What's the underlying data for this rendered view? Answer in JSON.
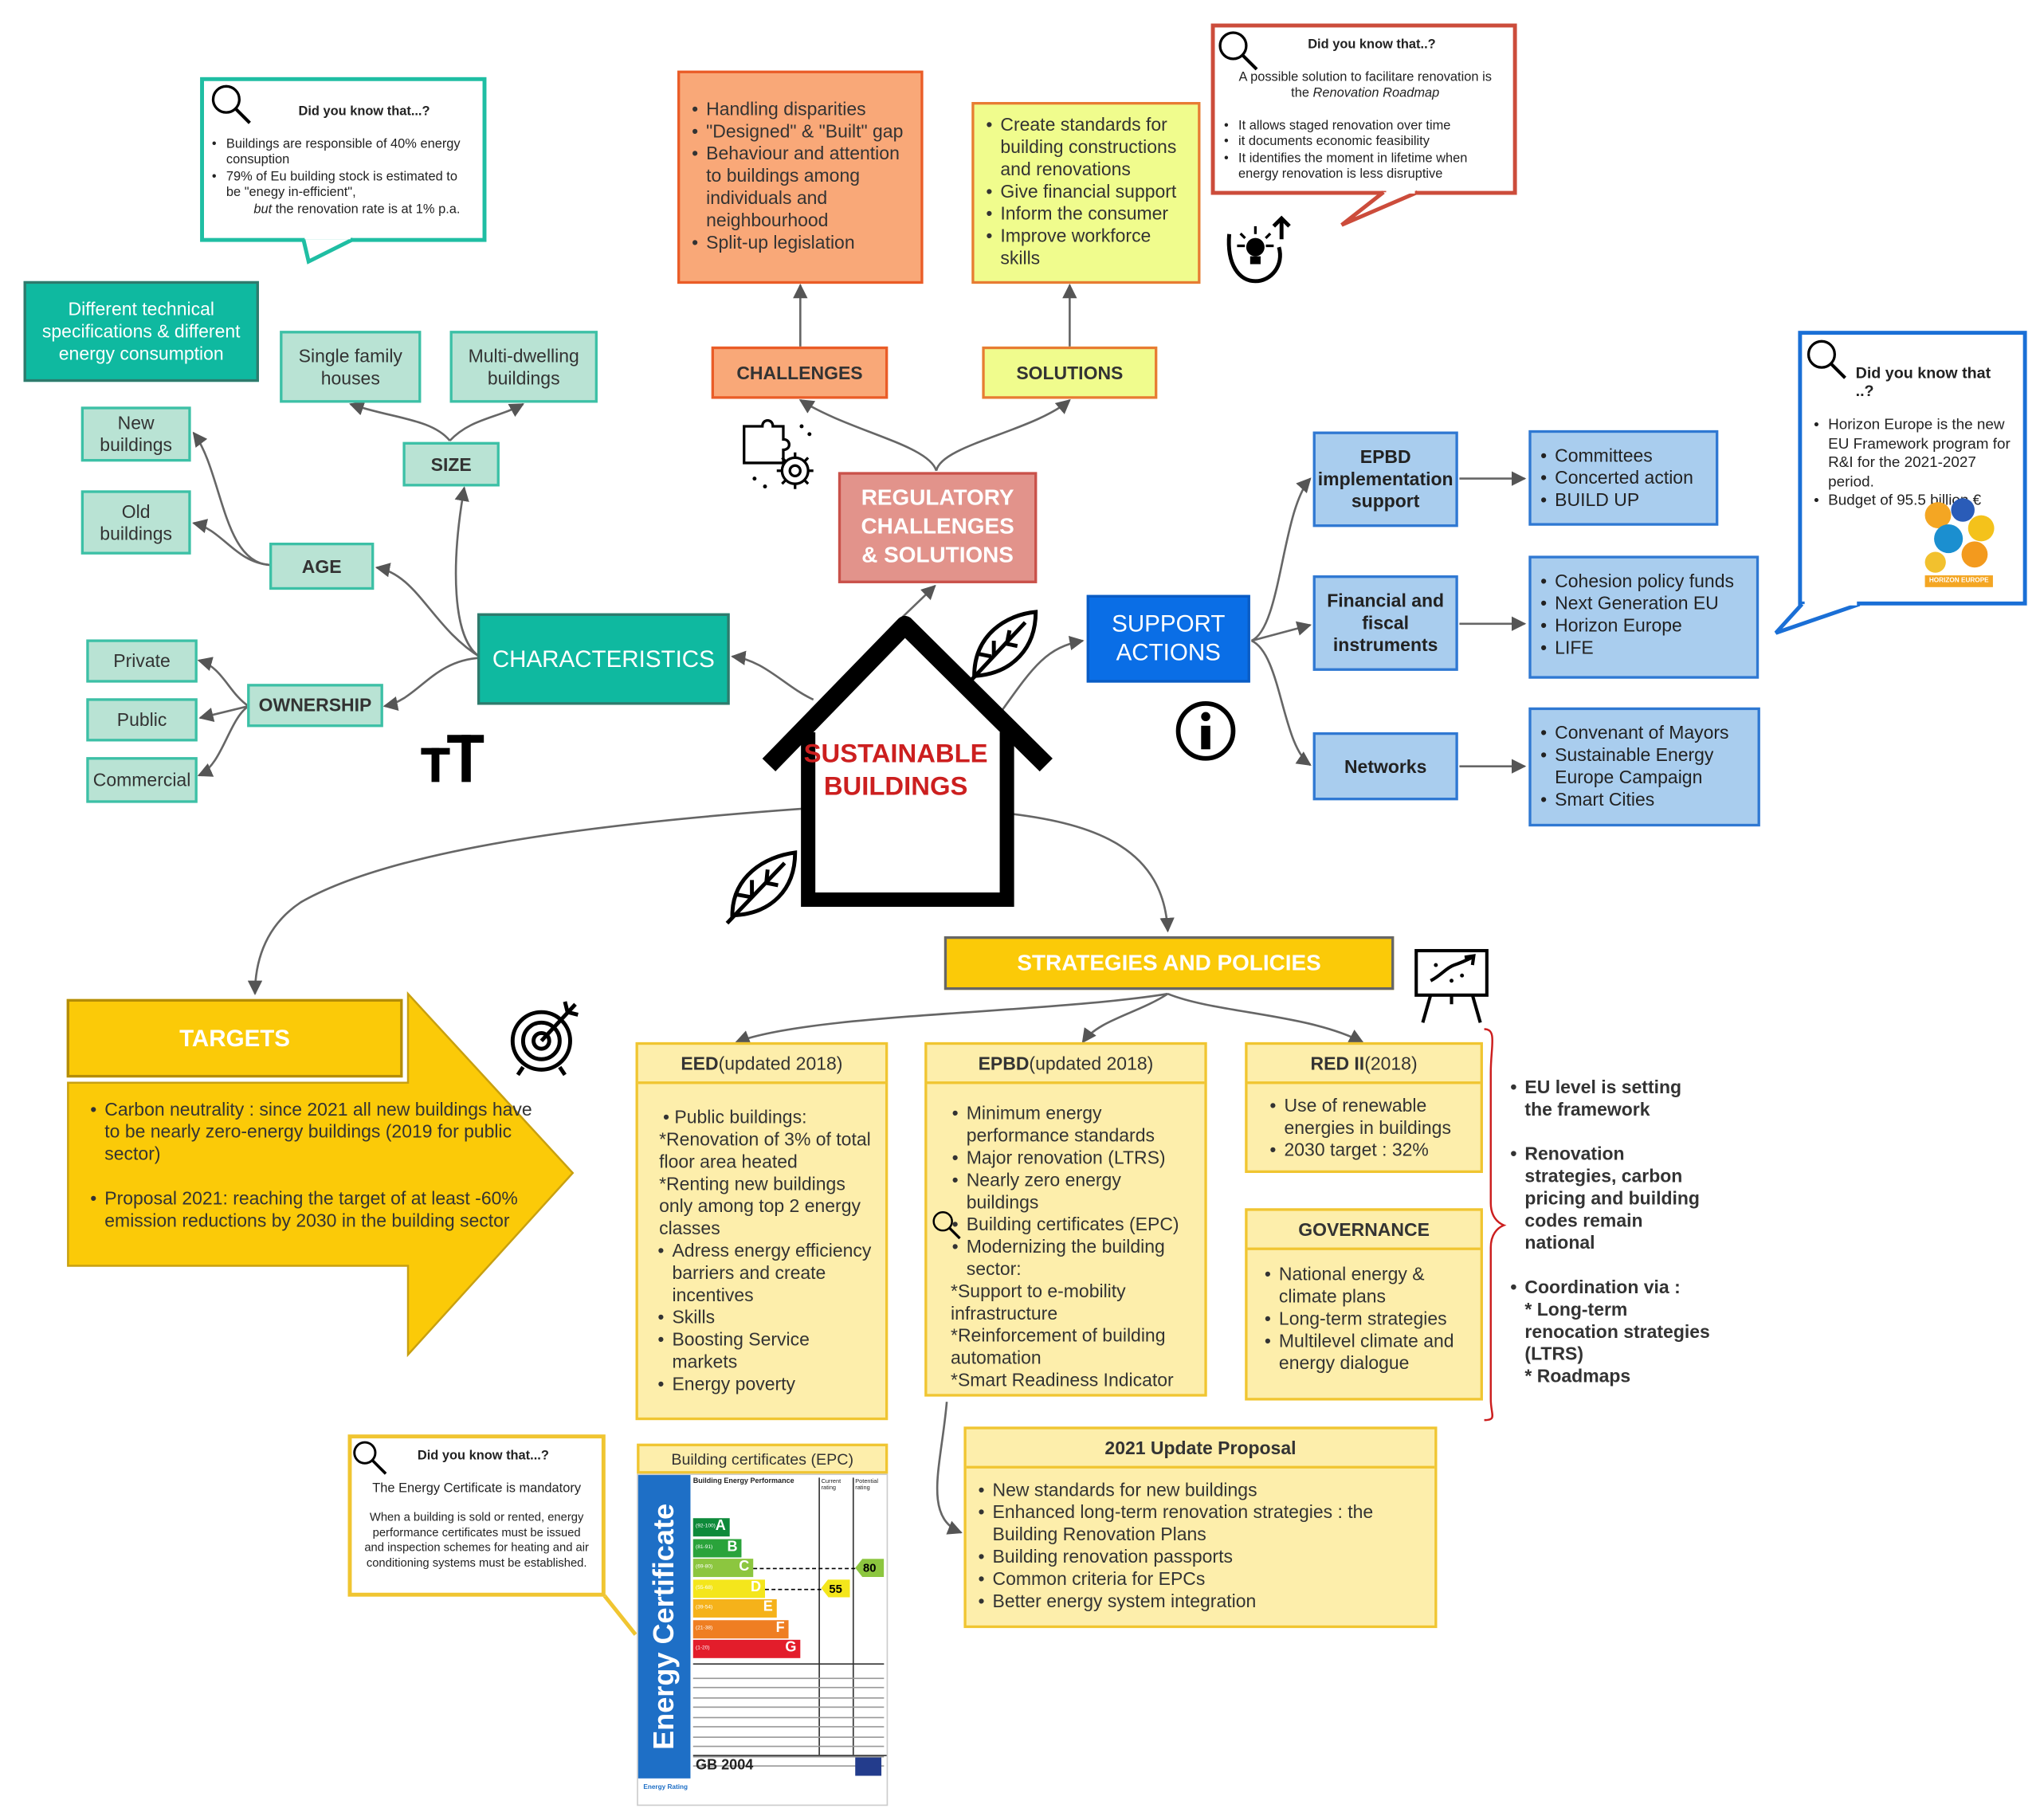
{
  "center": {
    "line1": "SUSTAINABLE",
    "line2": "BUILDINGS"
  },
  "characteristics": {
    "label": "CHARACTERISTICS",
    "note": "Different technical specifications & different energy consumption",
    "size": {
      "label": "SIZE",
      "items": [
        "Single family houses",
        "Multi-dwelling buildings"
      ]
    },
    "age": {
      "label": "AGE",
      "items": [
        "New buildings",
        "Old buildings"
      ]
    },
    "ownership": {
      "label": "OWNERSHIP",
      "items": [
        "Private",
        "Public",
        "Commercial"
      ]
    }
  },
  "dyk1": {
    "title": "Did you know that...?",
    "items": [
      "Buildings are responsible of 40% energy consuption",
      "79% of Eu building stock is estimated to be \"enegy in-efficient\","
    ],
    "tail_em": "but",
    "tail": " the renovation rate is at 1% p.a."
  },
  "regulatory": {
    "label_l1": "REGULATORY",
    "label_l2": "CHALLENGES",
    "label_l3": "& SOLUTIONS",
    "challenges": {
      "label": "CHALLENGES",
      "items": [
        "Handling disparities",
        "\"Designed\" & \"Built\" gap",
        "Behaviour and attention to buildings among individuals and neighbourhood",
        "Split-up legislation"
      ]
    },
    "solutions": {
      "label": "SOLUTIONS",
      "items": [
        "Create standards for building constructions and renovations",
        "Give financial support",
        "Inform the consumer",
        "Improve workforce skills"
      ]
    }
  },
  "dyk2": {
    "title": "Did you know that..?",
    "intro": "A possible solution to facilitare renovation is the ",
    "intro_em": "Renovation Roadmap",
    "items": [
      "It allows staged renovation over time",
      "it documents economic feasibility",
      "It identifies the moment in lifetime when energy renovation is less disruptive"
    ]
  },
  "support": {
    "label_l1": "SUPPORT",
    "label_l2": "ACTIONS",
    "epbd": {
      "label_l1": "EPBD",
      "label_l2": "implementation",
      "label_l3": "support",
      "items": [
        "Committees",
        "Concerted action",
        "BUILD UP"
      ]
    },
    "financial": {
      "label_l1": "Financial and",
      "label_l2": "fiscal",
      "label_l3": "instruments",
      "items": [
        "Cohesion policy funds",
        "Next Generation EU",
        "Horizon Europe",
        "LIFE"
      ]
    },
    "networks": {
      "label": "Networks",
      "items": [
        "Convenant of Mayors",
        "Sustainable Energy Europe Campaign",
        "Smart Cities"
      ]
    }
  },
  "dyk3": {
    "title": "Did you know that ..?",
    "items": [
      "Horizon Europe is the new EU Framework program for R&I for the 2021-2027 period.",
      "Budget of 95.5 billion €"
    ],
    "logo_text": "HORIZON EUROPE"
  },
  "targets": {
    "label": "TARGETS",
    "items": [
      "Carbon neutrality : since 2021 all new buildings have to be nearly zero-energy buildings (2019 for public sector)",
      "Proposal 2021: reaching the target of at least -60% emission reductions by 2030 in the building sector"
    ]
  },
  "strategies": {
    "label": "STRATEGIES AND POLICIES",
    "eed": {
      "name": "EED",
      "sub": " (updated 2018)",
      "lines": [
        "• Public buildings:",
        "*Renovation of 3% of total floor area heated",
        "*Renting new buildings only among top 2 energy classes"
      ],
      "items": [
        "Adress energy efficiency barriers and create incentives",
        "Skills",
        "Boosting Service markets",
        "Energy poverty"
      ]
    },
    "epbd": {
      "name": "EPBD",
      "sub": " (updated 2018)",
      "items": [
        "Minimum energy performance standards",
        "Major renovation (LTRS)",
        "Nearly zero energy buildings",
        "Building certificates (EPC)",
        "Modernizing the building sector:"
      ],
      "lines": [
        "*Support to e-mobility infrastructure",
        "*Reinforcement of building automation",
        "*Smart Readiness Indicator"
      ]
    },
    "red": {
      "name": "RED II",
      "sub": " (2018)",
      "items": [
        "Use of renewable energies in buildings",
        "2030 target : 32%"
      ]
    },
    "governance": {
      "label": "GOVERNANCE",
      "items": [
        "National energy & climate plans",
        "Long-term strategies",
        "Multilevel climate and energy dialogue"
      ]
    },
    "update": {
      "title": "2021 Update Proposal",
      "items": [
        "New standards for new buildings",
        "Enhanced long-term renovation strategies : the Building Renovation Plans",
        "Building renovation passports",
        "Common criteria for EPCs",
        "Better energy system integration"
      ]
    },
    "side": {
      "items": [
        "EU level is setting the framework",
        "Renovation strategies, carbon pricing and building codes remain national",
        "Coordination via :"
      ],
      "sub": [
        "* Long-term renocation strategies (LTRS)",
        "* Roadmaps"
      ]
    }
  },
  "epc": {
    "title": "Building certificates (EPC)",
    "vertical": "Energy Certificate",
    "header": "Building Energy Performance",
    "col_current": "Current rating",
    "col_potential": "Potential rating",
    "bands": [
      "A",
      "B",
      "C",
      "D",
      "E",
      "F",
      "G"
    ],
    "band_ranges": [
      "(92-100)",
      "(81-91)",
      "(69-80)",
      "(55-68)",
      "(39-54)",
      "(21-38)",
      "(1-20)"
    ],
    "current": "55",
    "potential": "80",
    "footer": "GB 2004",
    "caption": "Energy Rating",
    "colors": {
      "A": "#0e8a3a",
      "B": "#2aa33b",
      "C": "#8cc63f",
      "D": "#f4e61c",
      "E": "#f5b21a",
      "F": "#ef7e22",
      "G": "#e31d2b"
    }
  },
  "dyk4": {
    "title": "Did you know that...?",
    "line1": "The Energy Certificate is mandatory",
    "body": "When a building is sold or rented, energy performance certificates must be issued and inspection schemes for heating and air conditioning systems must be established."
  },
  "colors": {
    "teal": "#0fb9a0",
    "orange": "#f9a878",
    "lime": "#f0fc8d",
    "salmon": "#e2938b",
    "blue": "#0a6ee6",
    "yellow": "#fbca08",
    "red": "#cc1f1f"
  }
}
